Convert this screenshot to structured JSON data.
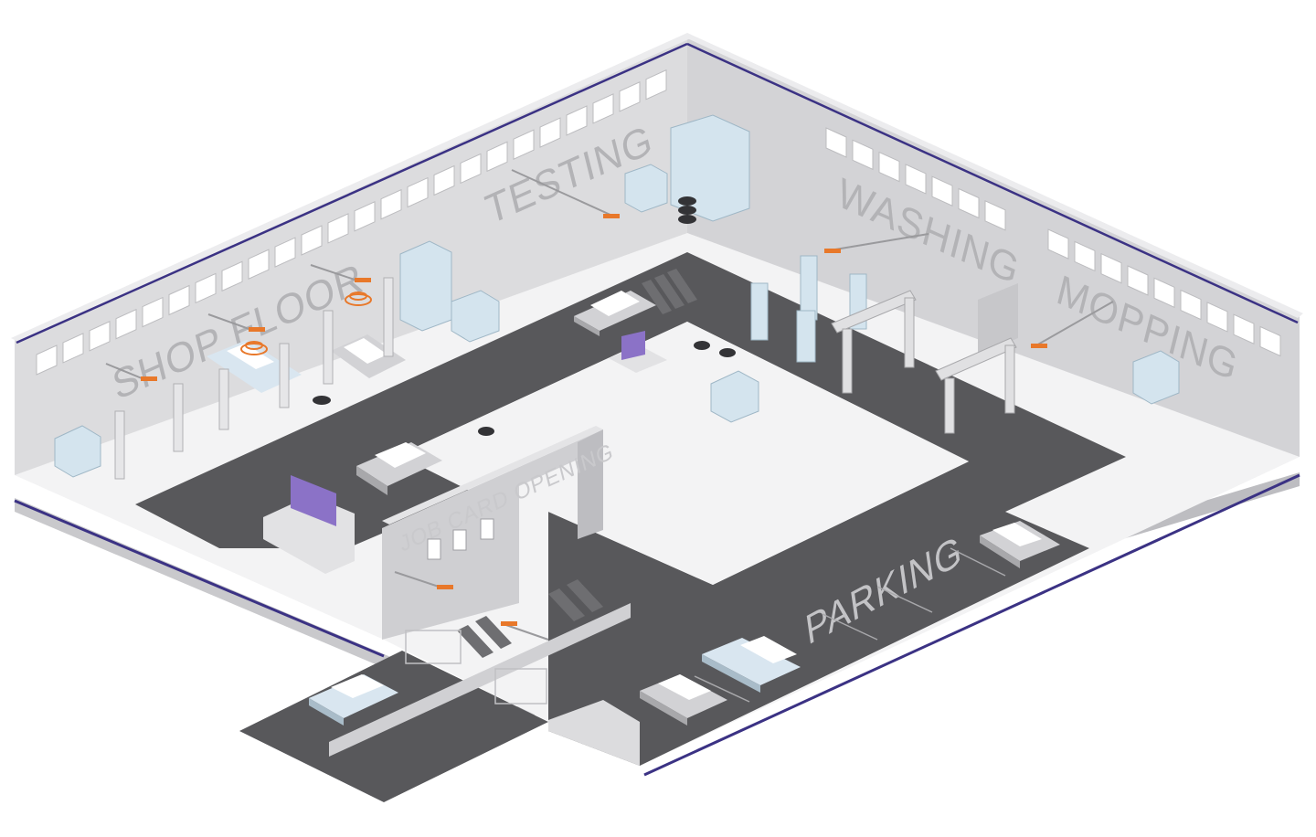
{
  "labels": {
    "shop_floor": "SHOP FLOOR",
    "testing": "TESTING",
    "washing": "WASHING",
    "mopping": "MOPPING",
    "job_card_opening": "JOB CARD OPENING",
    "parking": "PARKING"
  },
  "colors": {
    "wall_stripe": "#3b3284",
    "road": "#58585b",
    "floor": "#f3f3f4",
    "wall": "#dcdcde",
    "sensor": "#e8782a",
    "equipment": "#d4e4ee",
    "monitor": "#8b72c7"
  }
}
